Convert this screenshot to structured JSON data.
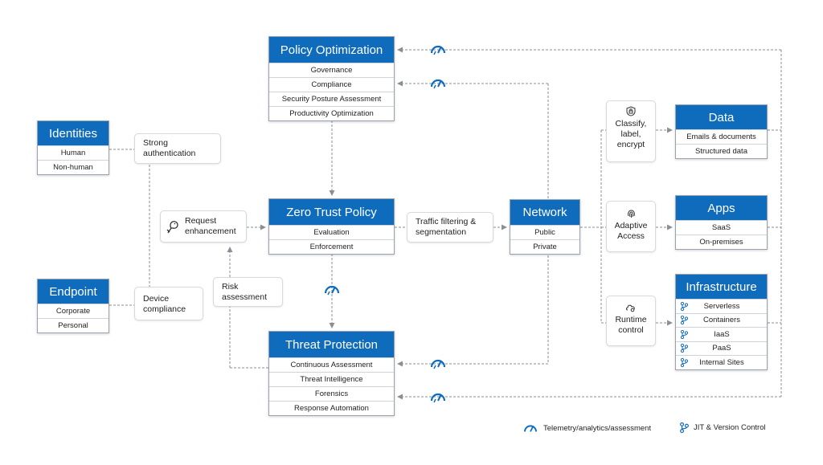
{
  "policy_optimization": {
    "title": "Policy Optimization",
    "items": [
      "Governance",
      "Compliance",
      "Security Posture Assessment",
      "Productivity Optimization"
    ]
  },
  "zero_trust_policy": {
    "title": "Zero Trust Policy",
    "items": [
      "Evaluation",
      "Enforcement"
    ]
  },
  "threat_protection": {
    "title": "Threat Protection",
    "items": [
      "Continuous Assessment",
      "Threat Intelligence",
      "Forensics",
      "Response Automation"
    ]
  },
  "identities": {
    "title": "Identities",
    "items": [
      "Human",
      "Non-human"
    ]
  },
  "endpoint": {
    "title": "Endpoint",
    "items": [
      "Corporate",
      "Personal"
    ]
  },
  "network": {
    "title": "Network",
    "items": [
      "Public",
      "Private"
    ]
  },
  "data_box": {
    "title": "Data",
    "items": [
      "Emails & documents",
      "Structured data"
    ]
  },
  "apps": {
    "title": "Apps",
    "items": [
      "SaaS",
      "On-premises"
    ]
  },
  "infrastructure": {
    "title": "Infrastructure",
    "items": [
      "Serverless",
      "Containers",
      "IaaS",
      "PaaS",
      "Internal Sites"
    ]
  },
  "notes": {
    "strong_auth": [
      "Strong",
      "authentication"
    ],
    "device_compliance": [
      "Device",
      "compliance"
    ],
    "request_enhancement": [
      "Request",
      "enhancement"
    ],
    "risk_assessment": [
      "Risk",
      "assessment"
    ],
    "traffic_filtering": [
      "Traffic filtering &",
      "segmentation"
    ],
    "classify": [
      "Classify,",
      "label,",
      "encrypt"
    ],
    "adaptive_access": [
      "Adaptive",
      "Access"
    ],
    "runtime_control": [
      "Runtime",
      "control"
    ]
  },
  "legend": {
    "telemetry": "Telemetry/analytics/assessment",
    "jit": "JIT & Version Control"
  },
  "icons": {
    "telemetry": "gauge-icon",
    "jit": "branch-icon",
    "request": "key-hand-icon",
    "classify": "lock-shield-icon",
    "adaptive": "fingerprint-icon",
    "runtime": "cloud-gear-icon"
  },
  "colors": {
    "accent": "#0f6cbd",
    "line": "#8a8f96"
  }
}
